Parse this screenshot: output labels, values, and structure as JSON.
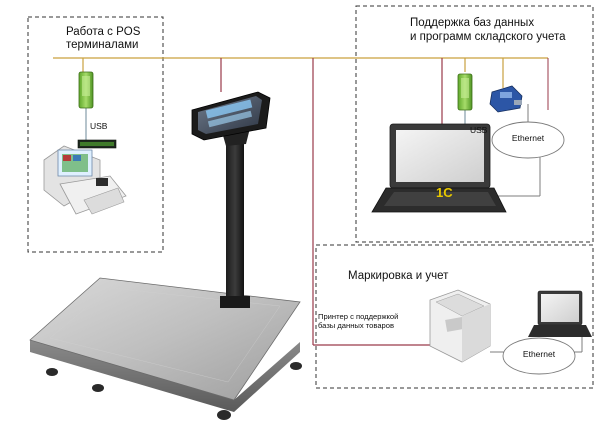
{
  "diagram": {
    "groups": {
      "pos": {
        "title_line1": "Работа с POS",
        "title_line2": "терминалами"
      },
      "warehouse": {
        "title_line1": "Поддержка баз данных",
        "title_line2": "и программ складского учета"
      },
      "labeling": {
        "title": "Маркировка и учет"
      }
    },
    "labels": {
      "usb_left": "USB",
      "usb_right": "USB",
      "ethernet_top": "Ethernet",
      "ethernet_bottom": "Ethernet",
      "software_logo": "1С",
      "printer_line1": "Принтер с поддержкой",
      "printer_line2": "базы данных товаров"
    },
    "colors": {
      "bus_line": "#c9a13f",
      "wire_line": "#9a3a4a",
      "ground_line": "#8c8c8c",
      "dashed_border": "#333333",
      "usb_dongle": "#7fbf3f",
      "software_logo": "#e8c800",
      "adapter_blue": "#2c56a6"
    }
  }
}
